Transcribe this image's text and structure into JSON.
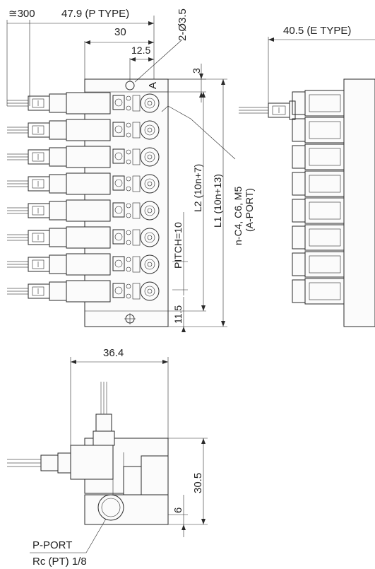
{
  "labels": {
    "wire_length": "≅300",
    "p_type_width": "47.9 (P TYPE)",
    "dim_30": "30",
    "dim_12_5": "12.5",
    "mount_holes": "2-Ø3.5",
    "port_letter": "A",
    "dim_3": "3",
    "l2": "L2 (10n+7)",
    "l1": "L1 (10n+13)",
    "a_port_spec": "n-C4, C6, M5",
    "a_port_name": "(A-PORT)",
    "pitch": "PITCH=10",
    "dim_11_5": "11.5",
    "e_type_width": "40.5 (E TYPE)",
    "dim_36_4": "36.4",
    "dim_30_5": "30.5",
    "dim_6": "6",
    "p_port_name": "P-PORT",
    "p_port_thread": "Rc (PT) 1/8"
  },
  "valve_count": 8,
  "colors": {
    "line": "#2a2a2a",
    "body_fill": "#fbfbfb",
    "background": "#ffffff"
  }
}
